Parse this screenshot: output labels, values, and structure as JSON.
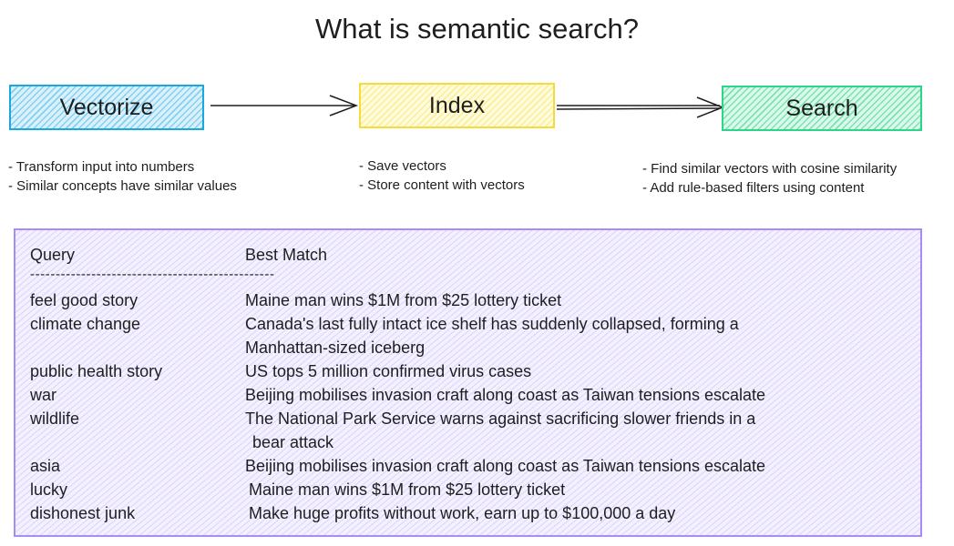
{
  "title": "What is semantic search?",
  "steps": [
    {
      "label": "Vectorize",
      "notes": [
        "- Transform input into numbers",
        "- Similar concepts have similar values"
      ],
      "color": "#1ca7e0"
    },
    {
      "label": "Index",
      "notes": [
        "- Save vectors",
        "- Store content with vectors"
      ],
      "color": "#f5dc3c"
    },
    {
      "label": "Search",
      "notes": [
        "- Find similar vectors with cosine similarity",
        "- Add rule-based filters using content"
      ],
      "color": "#2fd38a"
    }
  ],
  "table": {
    "headers": [
      "Query",
      "Best Match"
    ],
    "separator": "------------------------------------------------",
    "rows": [
      {
        "query": "feel good story",
        "match": "Maine man wins $1M from $25 lottery ticket"
      },
      {
        "query": "climate change",
        "match": "Canada's last fully intact ice shelf has suddenly collapsed, forming a",
        "match2": "Manhattan-sized iceberg"
      },
      {
        "query": "public health story",
        "match": "US tops 5 million confirmed virus cases"
      },
      {
        "query": "war",
        "match": "Beijing mobilises invasion craft along coast as Taiwan tensions escalate"
      },
      {
        "query": "wildlife",
        "match": "The National Park Service warns against sacrificing slower friends in a",
        "match2": "bear attack"
      },
      {
        "query": "asia",
        "match": "Beijing mobilises invasion craft along coast as Taiwan tensions escalate"
      },
      {
        "query": "lucky",
        "match": "Maine man wins $1M from $25 lottery ticket"
      },
      {
        "query": "dishonest junk",
        "match": "Make huge profits without work, earn up to $100,000 a day"
      }
    ]
  }
}
